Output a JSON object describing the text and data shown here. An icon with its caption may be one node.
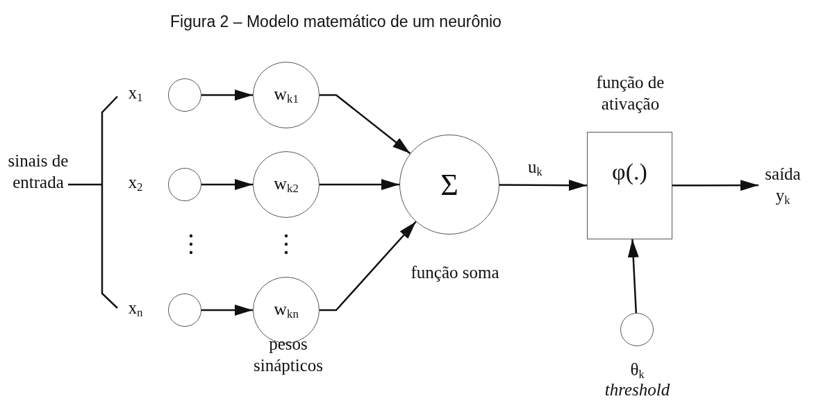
{
  "diagram": {
    "title": "Figura 2 – Modelo matemático de um neurônio",
    "nodes": [
      {
        "text": [],
        "shape": "circle",
        "beside": [
          "x$_{1}$"
        ]
      },
      {
        "text": [],
        "shape": "circle",
        "beside": [
          "x$_{2}$"
        ]
      },
      {
        "text": [],
        "shape": "circle",
        "beside": [
          "x$_{n}$"
        ]
      },
      {
        "text": [
          "w$_{k1}$"
        ]
      },
      {
        "text": [
          "w$_{k2}$"
        ]
      },
      {
        "text": [
          "w$_{kn}$"
        ],
        "beside": [
          "pesos sinápticos"
        ]
      },
      {
        "text": [
          "Σ"
        ],
        "beside": [
          "função soma"
        ]
      },
      {
        "text": [
          "φ(.)"
        ],
        "beside": [
          "função de ativação"
        ]
      },
      {
        "text": [],
        "shape": "circle",
        "beside": [
          "θ$_{k}$",
          "threshold"
        ]
      },
      {
        "text": [
          "saída y$_{k}$"
        ]
      }
    ],
    "edges": [
      {
        "from": 0,
        "to": 3,
        "arrow": "to"
      },
      {
        "from": 1,
        "to": 4,
        "arrow": "to"
      },
      {
        "from": 2,
        "to": 5,
        "arrow": "to"
      },
      {
        "from": 3,
        "to": 6,
        "arrow": "to"
      },
      {
        "from": 4,
        "to": 6,
        "arrow": "to"
      },
      {
        "from": 5,
        "to": 6,
        "arrow": "to"
      },
      {
        "from": 6,
        "to": 7,
        "arrow": "to",
        "label": "u$_{k}$"
      },
      {
        "from": 8,
        "to": 7,
        "arrow": "to"
      },
      {
        "from": 7,
        "to": 9,
        "arrow": "to"
      }
    ],
    "labels": [
      "sinais de entrada"
    ]
  }
}
